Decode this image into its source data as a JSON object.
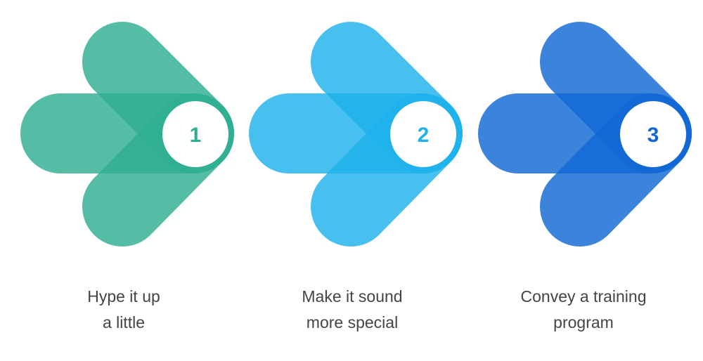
{
  "steps": [
    {
      "number": "1",
      "label_line1": "Hype it up",
      "label_line2": "a little",
      "color": "#2fae91",
      "number_color": "#2fae91"
    },
    {
      "number": "2",
      "label_line1": "Make it sound",
      "label_line2": "more special",
      "color": "#1fb1ec",
      "number_color": "#1fb1ec"
    },
    {
      "number": "3",
      "label_line1": "Convey a training",
      "label_line2": "program",
      "color": "#1168d4",
      "number_color": "#1168d4"
    }
  ]
}
